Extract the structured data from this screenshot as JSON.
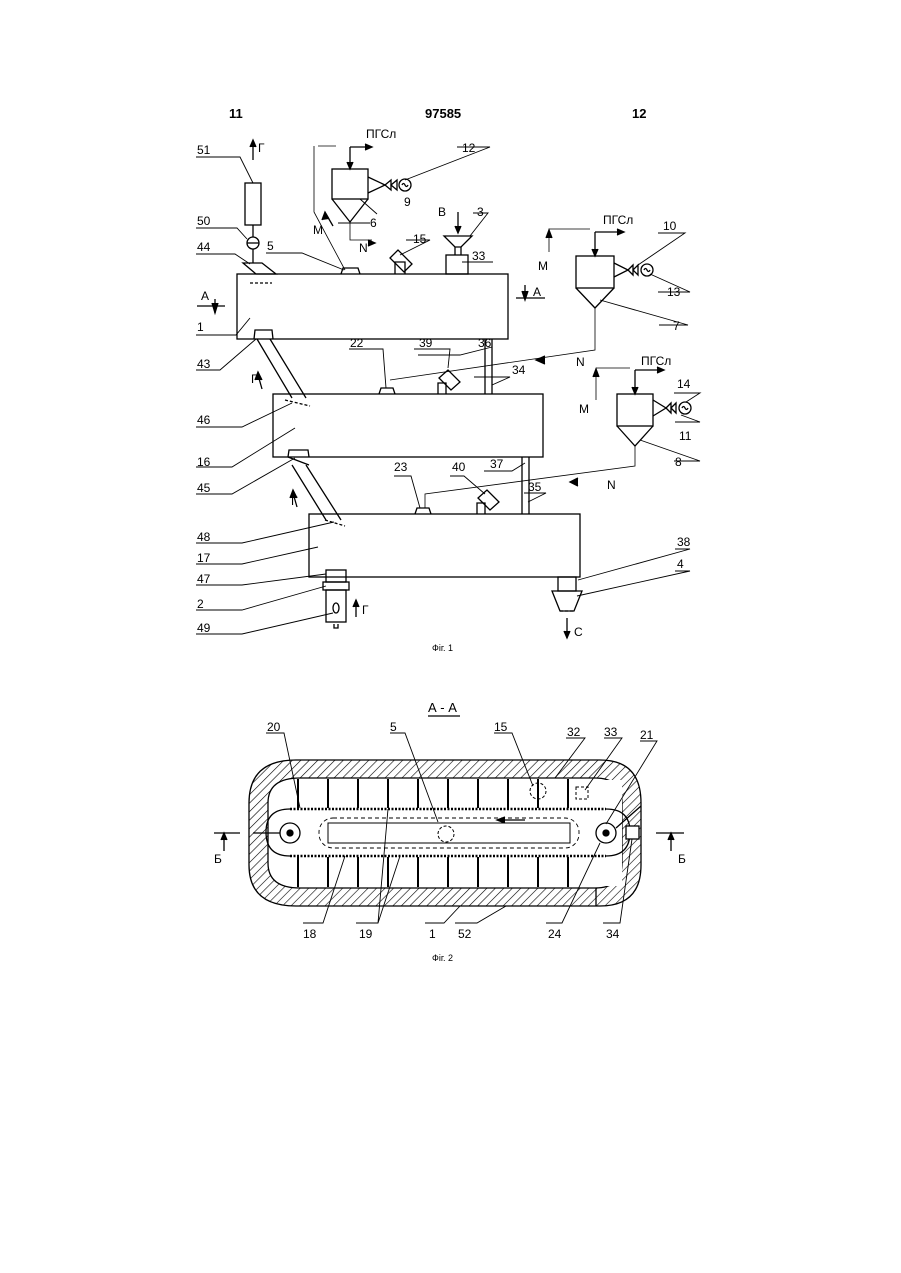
{
  "header": {
    "left_page": "11",
    "patent_number": "97585",
    "right_page": "12"
  },
  "fig1": {
    "caption": "Фіг. 1",
    "labels": {
      "n51": "51",
      "n50": "50",
      "n44": "44",
      "n5": "5",
      "n12": "12",
      "n9": "9",
      "n6": "6",
      "n15": "15",
      "n3": "3",
      "n33": "33",
      "n10": "10",
      "n13": "13",
      "n7": "7",
      "n1": "1",
      "n43": "43",
      "n22": "22",
      "n39": "39",
      "n36": "36",
      "n34": "34",
      "n14": "14",
      "n11": "11",
      "n8": "8",
      "n46": "46",
      "n16": "16",
      "n45": "45",
      "n23": "23",
      "n40": "40",
      "n37": "37",
      "n35": "35",
      "n48": "48",
      "n17": "17",
      "n47": "47",
      "n2": "2",
      "n49": "49",
      "n38": "38",
      "n4": "4"
    },
    "letters": {
      "G1": "Г",
      "G2": "Г",
      "G3": "Г",
      "G4": "Г",
      "PGSl1": "ПГСл",
      "PGSl2": "ПГСл",
      "PGSl3": "ПГСл",
      "M1": "М",
      "M2": "М",
      "M3": "М",
      "N1": "N",
      "N2": "N",
      "N3": "N",
      "B": "В",
      "C": "С",
      "A1": "А",
      "A2": "А"
    }
  },
  "fig2": {
    "title": "А - А",
    "caption": "Фіг. 2",
    "labels": {
      "n20": "20",
      "n5": "5",
      "n15": "15",
      "n32": "32",
      "n33": "33",
      "n21": "21",
      "n18": "18",
      "n19": "19",
      "n1": "1",
      "n52": "52",
      "n24": "24",
      "n34": "34"
    },
    "letters": {
      "B1": "Б",
      "B2": "Б"
    }
  }
}
